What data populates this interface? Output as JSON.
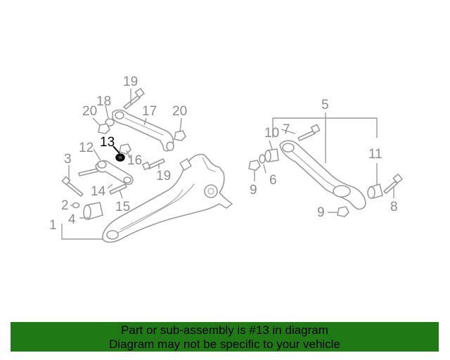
{
  "diagram": {
    "highlighted_callout": "13",
    "callouts": {
      "c1": "1",
      "c2": "2",
      "c3": "3",
      "c4": "4",
      "c5": "5",
      "c6": "6",
      "c7": "7",
      "c8": "8",
      "c9a": "9",
      "c9b": "9",
      "c10": "10",
      "c11": "11",
      "c12": "12",
      "c13": "13",
      "c14": "14",
      "c15": "15",
      "c16": "16",
      "c17": "17",
      "c18": "18",
      "c19a": "19",
      "c19b": "19",
      "c20a": "20",
      "c20b": "20"
    }
  },
  "banner": {
    "line1": "Part or sub-assembly is #13 in diagram",
    "line2": "Diagram may not be specific to your vehicle",
    "background": "#1f7a16"
  }
}
